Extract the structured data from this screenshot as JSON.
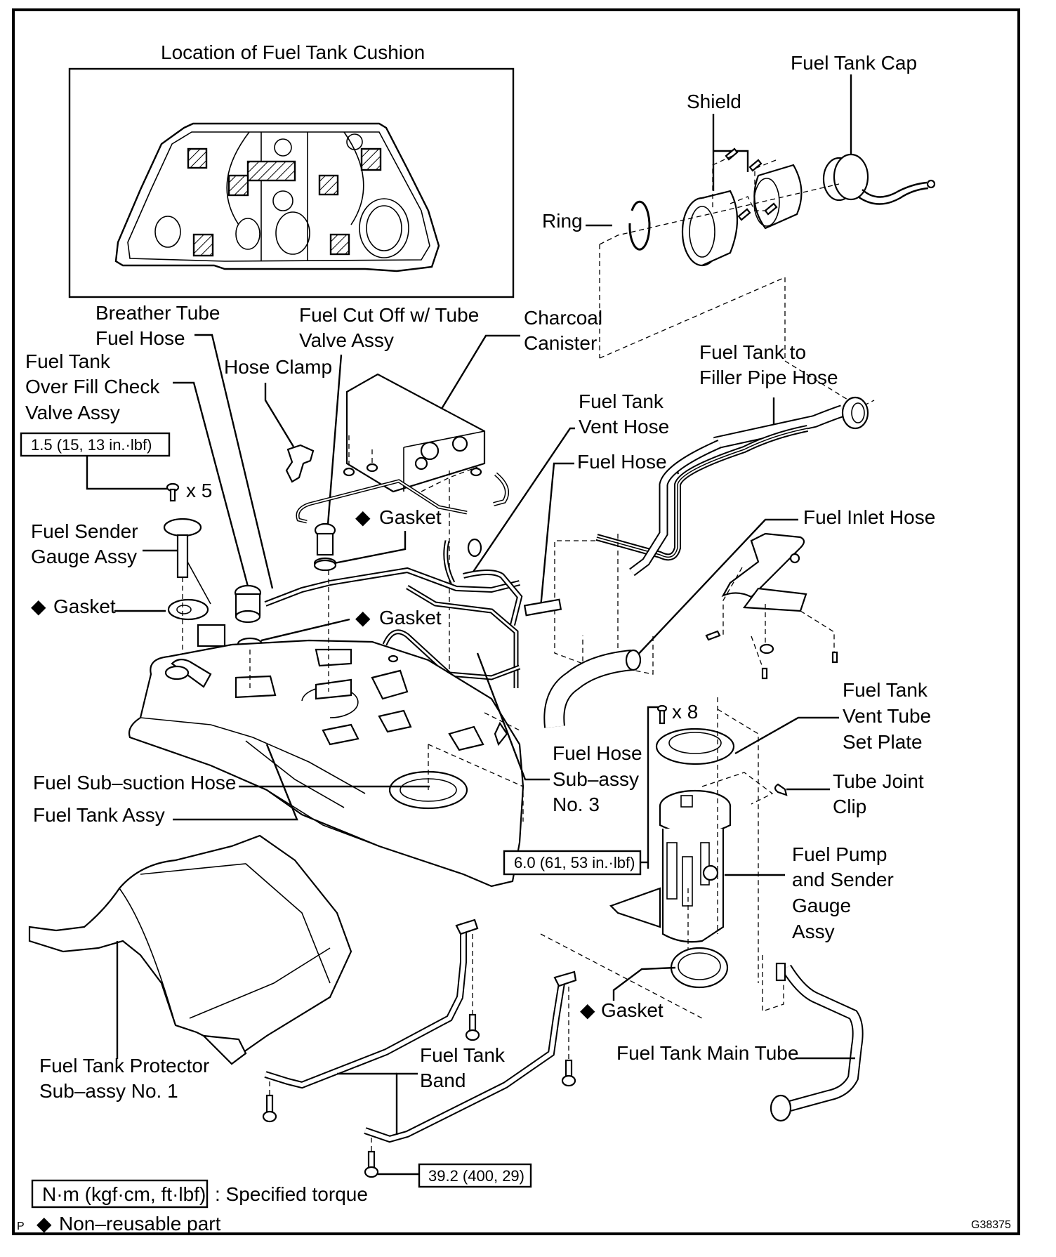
{
  "figure_id": "G38375",
  "corner_mark": "P",
  "inset": {
    "title": "Location of Fuel Tank Cushion"
  },
  "parts": {
    "fuel_tank_cap": "Fuel Tank Cap",
    "shield": "Shield",
    "ring": "Ring",
    "breather_tube_l1": "Breather Tube",
    "breather_tube_l2": "Fuel Hose",
    "fuel_cut_off_l1": "Fuel Cut Off w/ Tube",
    "fuel_cut_off_l2": "Valve Assy",
    "charcoal_canister_l1": "Charcoal",
    "charcoal_canister_l2": "Canister",
    "over_fill_l1": "Fuel Tank",
    "over_fill_l2": "Over Fill Check",
    "over_fill_l3": "Valve Assy",
    "hose_clamp": "Hose Clamp",
    "filler_pipe_hose_l1": "Fuel Tank to",
    "filler_pipe_hose_l2": "Filler Pipe Hose",
    "vent_hose_l1": "Fuel Tank",
    "vent_hose_l2": "Vent Hose",
    "fuel_hose": "Fuel Hose",
    "fuel_inlet_hose": "Fuel Inlet Hose",
    "sender_gauge_l1": "Fuel Sender",
    "sender_gauge_l2": "Gauge Assy",
    "gasket_1": "Gasket",
    "gasket_2": "Gasket",
    "gasket_3": "Gasket",
    "gasket_4": "Gasket",
    "sub_suction_hose": "Fuel Sub–suction Hose",
    "fuel_tank_assy": "Fuel Tank Assy",
    "fuel_hose_sub_l1": "Fuel Hose",
    "fuel_hose_sub_l2": "Sub–assy",
    "fuel_hose_sub_l3": "No. 3",
    "vent_tube_plate_l1": "Fuel Tank",
    "vent_tube_plate_l2": "Vent Tube",
    "vent_tube_plate_l3": "Set Plate",
    "tube_joint_clip_l1": "Tube Joint",
    "tube_joint_clip_l2": "Clip",
    "fuel_pump_l1": "Fuel Pump",
    "fuel_pump_l2": "and Sender",
    "fuel_pump_l3": "Gauge",
    "fuel_pump_l4": "Assy",
    "protector_l1": "Fuel Tank Protector",
    "protector_l2": "Sub–assy No. 1",
    "fuel_tank_band_l1": "Fuel Tank",
    "fuel_tank_band_l2": "Band",
    "main_tube": "Fuel Tank Main Tube"
  },
  "quantities": {
    "sender_screws": "x 5",
    "plate_bolts": "x 8"
  },
  "torques": {
    "sender_screws": "1.5 (15, 13 in.·lbf)",
    "plate_bolts": "6.0 (61, 53 in.·lbf)",
    "band_bolts": "39.2 (400, 29)"
  },
  "legend": {
    "torque_unit": "N·m (kgf·cm, ft·lbf)",
    "torque_desc": ": Specified torque",
    "non_reusable_symbol": "◆",
    "non_reusable_desc": "Non–reusable part"
  },
  "non_reusable_symbol": "◆"
}
